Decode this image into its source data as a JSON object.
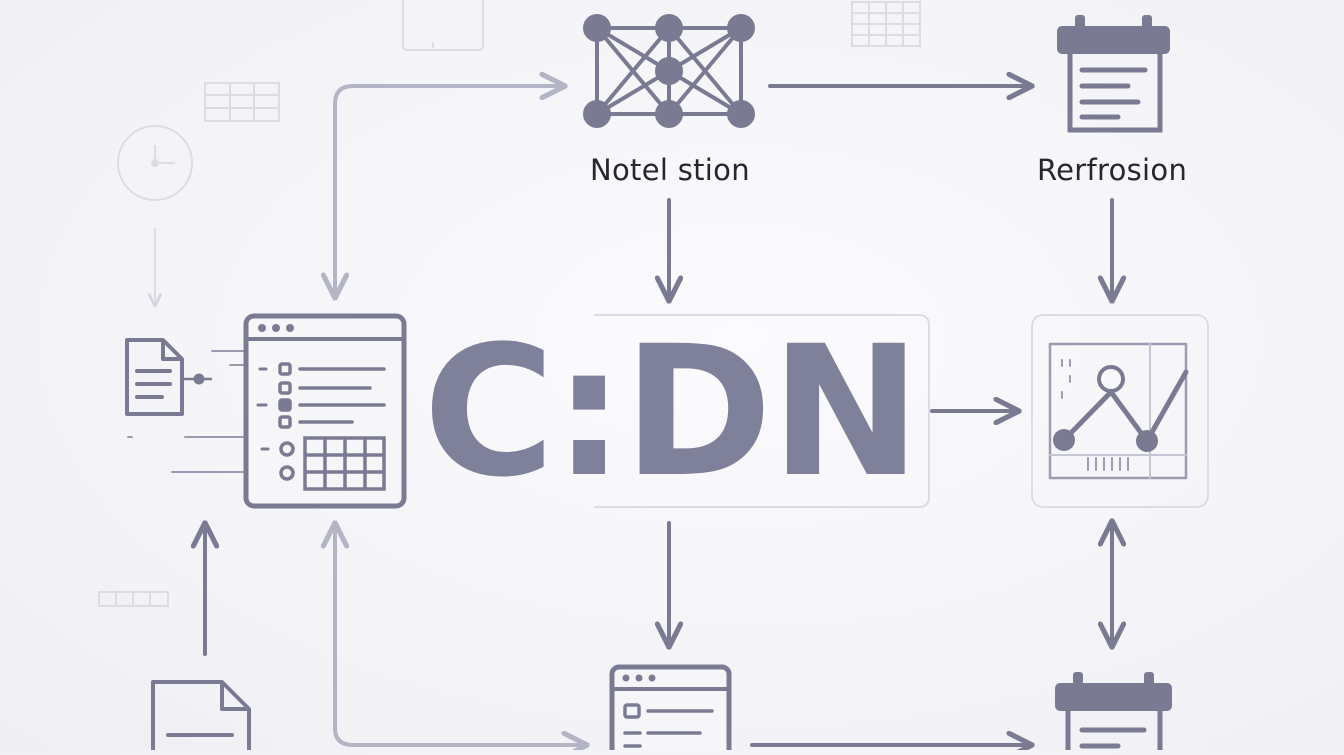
{
  "labels": {
    "network_node": "Notel stion",
    "calendar_node": "Rerfrosion",
    "center_brand": "C:DN"
  },
  "colors": {
    "primary_stroke": "#7a7b92",
    "light_stroke": "#b3b4c6",
    "faint_stroke": "#dcdce5",
    "brand_text": "#7f8099",
    "label_text": "#26262e",
    "background": "#f4f4f8"
  },
  "icons": [
    "network-graph-icon",
    "calendar-document-icon",
    "browser-window-icon",
    "document-icon",
    "line-chart-icon",
    "clock-icon",
    "table-grid-icon",
    "tablet-icon"
  ]
}
